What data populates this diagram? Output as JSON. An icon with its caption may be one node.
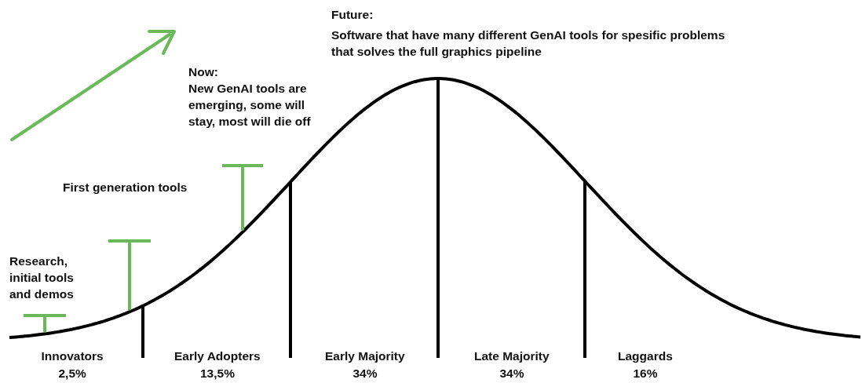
{
  "diagram": {
    "nodes": [
      {
        "text": [
          "Research, initial tools and demos"
        ]
      },
      {
        "text": [
          "First generation tools"
        ]
      },
      {
        "text": [
          "Now:",
          "New GenAI tools are emerging, some will stay, most will die off"
        ]
      }
    ],
    "edges": [
      {
        "from": 0,
        "to": null,
        "arrow": "other",
        "color": "#6ab85a"
      },
      {
        "from": 1,
        "to": null,
        "arrow": "other",
        "color": "#6ab85a"
      },
      {
        "from": 2,
        "to": null,
        "arrow": "other",
        "color": "#6ab85a"
      }
    ],
    "labels": [
      "Future:",
      "Software that have many different GenAI tools for spesific problems that solves the full graphics pipeline",
      "Innovators",
      "2,5%",
      "Early Adopters",
      "13,5%",
      "Early Majority",
      "34%",
      "Late Majority",
      "34%",
      "Laggards",
      "16%"
    ]
  }
}
